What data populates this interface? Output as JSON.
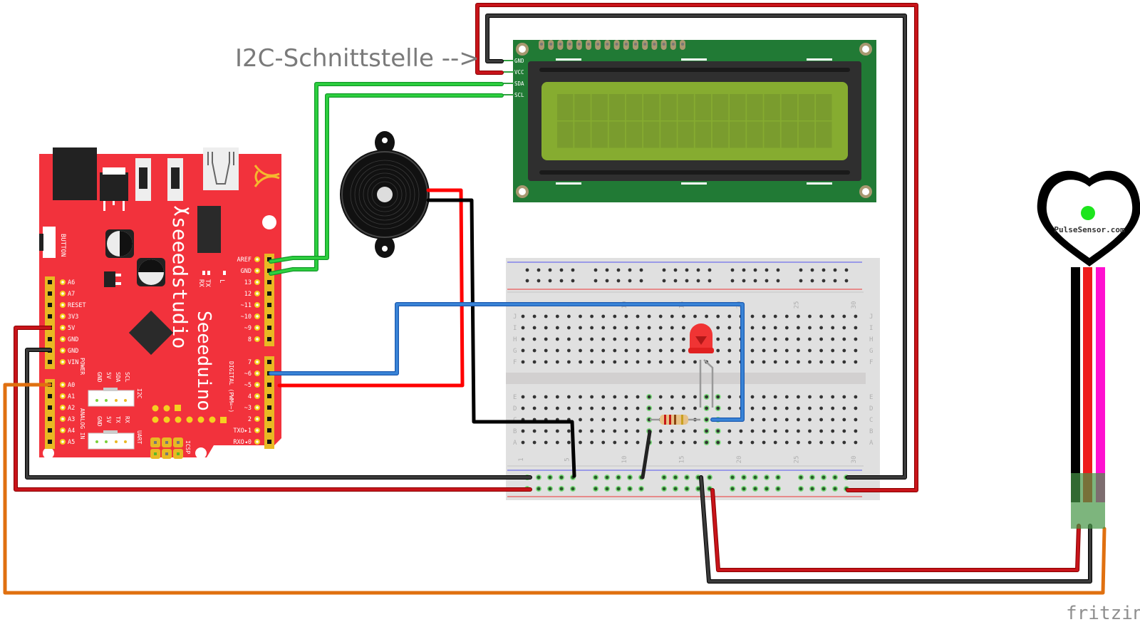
{
  "annotation": {
    "text": "I2C-Schnittstelle -->"
  },
  "watermark": {
    "text": "fritzing"
  },
  "colors": {
    "board_red": "#f2323c",
    "header_gold": "#e8b923",
    "lcd_pcb": "#217a35",
    "lcd_screen": "#86ac30",
    "breadboard": "#e0e0e0",
    "wire_red": "#c8141a",
    "wire_black": "#222222",
    "wire_green": "#22bb33",
    "wire_blue": "#2f73c8",
    "wire_orange": "#e07010",
    "sensor_pink": "#ff10d0"
  },
  "arduino": {
    "brand": "seeedstudio",
    "model": "Seeeduino",
    "button_label": "BUTTON",
    "power_label": "POWER",
    "analog_label": "ANALOG IN",
    "digital_label": "DIGITAL (PWM=~)",
    "i2c_label": "I2C",
    "uart_label": "UART",
    "icsp_label": "ICSP",
    "leds": [
      "TX",
      "RX",
      "L"
    ],
    "left_pins": [
      "A6",
      "A7",
      "RESET",
      "3V3",
      "5V",
      "GND",
      "GND",
      "VIN"
    ],
    "analog_pins": [
      "A0",
      "A1",
      "A2",
      "A3",
      "A4",
      "A5"
    ],
    "right_pins_top": [
      "AREF",
      "GND",
      "13",
      "12",
      "~11",
      "~10",
      "~9",
      "8"
    ],
    "right_pins_bottom": [
      "7",
      "~6",
      "~5",
      "4",
      "~3",
      "2",
      "TXO▸1",
      "RXO◂0"
    ],
    "i2c_conn_pins": [
      "SCL",
      "SDA",
      "5V",
      "GND"
    ],
    "uart_conn_pins": [
      "RX",
      "TX",
      "5V",
      "GND"
    ]
  },
  "lcd": {
    "type": "16x2 LCD (I2C)",
    "pins": [
      "GND",
      "VCC",
      "SDA",
      "SCL"
    ],
    "columns": 16,
    "rows": 2
  },
  "buzzer": {
    "type": "piezo buzzer"
  },
  "breadboard": {
    "row_labels_top": [
      "J",
      "I",
      "H",
      "G",
      "F"
    ],
    "row_labels_bottom": [
      "E",
      "D",
      "C",
      "B",
      "A"
    ],
    "column_numbers": [
      "1",
      "5",
      "10",
      "15",
      "20",
      "25",
      "30"
    ],
    "columns": 30
  },
  "led": {
    "color": "red"
  },
  "resistor": {
    "bands": [
      "brown",
      "red",
      "brown",
      "gold"
    ]
  },
  "pulse_sensor": {
    "label": "PulseSensor.com"
  }
}
